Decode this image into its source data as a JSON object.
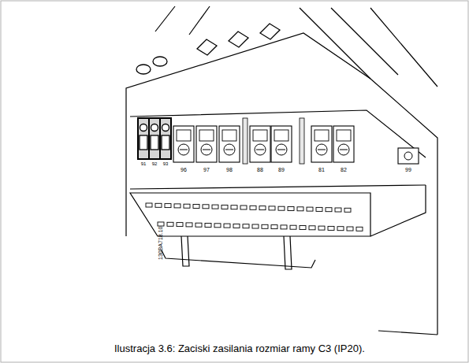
{
  "diagram": {
    "caption": "Ilustracja 3.6: Zaciski zasilania rozmiar ramy C3 (IP20).",
    "labels": [
      "91",
      "92",
      "93",
      "96",
      "97",
      "98",
      "88",
      "89",
      "81",
      "82",
      "99",
      "130BA718.10"
    ]
  }
}
